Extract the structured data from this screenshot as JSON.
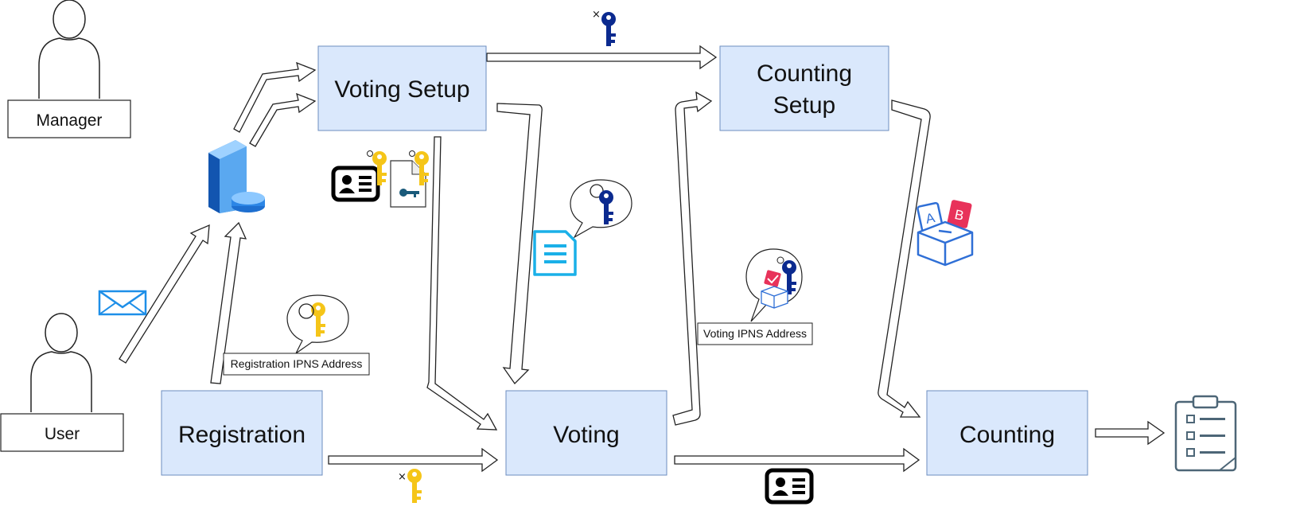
{
  "actors": {
    "manager": "Manager",
    "user": "User"
  },
  "stages": {
    "voting_setup": "Voting Setup",
    "counting_setup_line1": "Counting",
    "counting_setup_line2": "Setup",
    "registration": "Registration",
    "voting": "Voting",
    "counting": "Counting"
  },
  "labels": {
    "registration_ipns": "Registration IPNS Address",
    "voting_ipns": "Voting IPNS Address"
  },
  "ballot_letters": {
    "a": "A",
    "b": "B"
  },
  "colors": {
    "stage_fill": "#dae8fc",
    "stage_stroke": "#6c8ebf",
    "private_key": "#f5c518",
    "public_key": "#0b2a8f",
    "document_cyan": "#1ab0e8",
    "ballot_red": "#e8325a",
    "box_blue": "#2f6fd6",
    "clipboard_slate": "#4d6677"
  },
  "icons": [
    "person-icon",
    "server-icon",
    "envelope-icon",
    "id-card-icon",
    "key-icon",
    "document-icon",
    "ballot-box-icon",
    "clipboard-icon"
  ]
}
